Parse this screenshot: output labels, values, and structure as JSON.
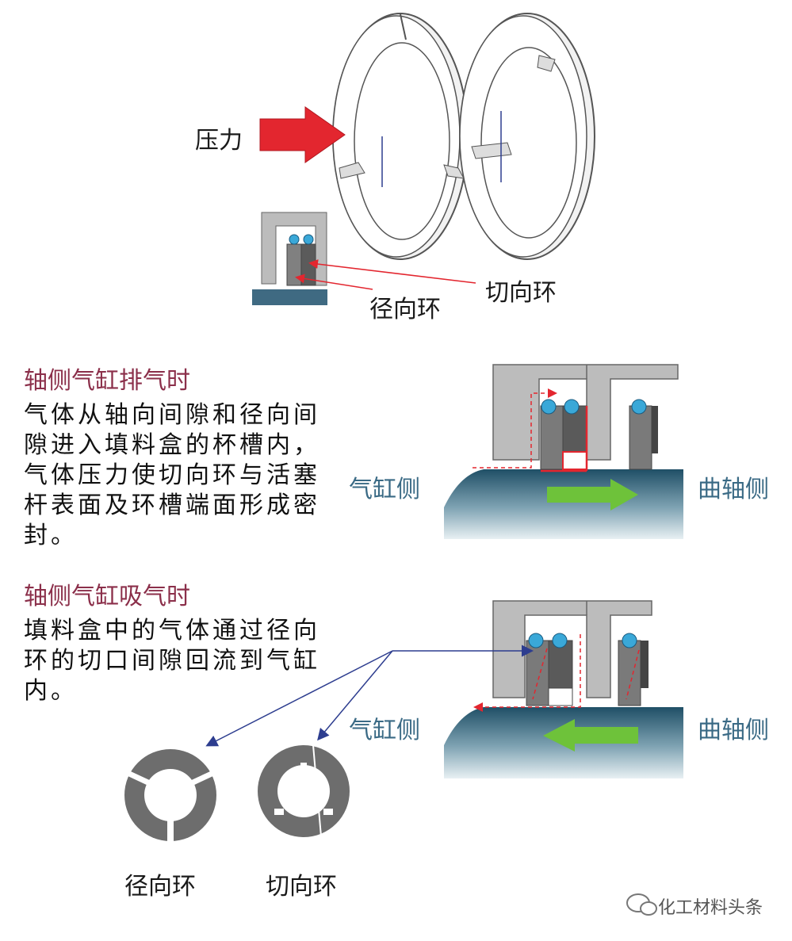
{
  "top": {
    "pressure_label": "压力",
    "tangential_ring_label": "切向环",
    "radial_ring_label": "径向环"
  },
  "exhaust": {
    "heading": "轴侧气缸排气时",
    "description": "气体从轴向间隙和径向间隙进入填料盒的杯槽内，气体压力使切向环与活塞杆表面及环槽端面形成密封。",
    "cylinder_side": "气缸侧",
    "crank_side": "曲轴侧"
  },
  "intake": {
    "heading": "轴侧气缸吸气时",
    "description": "填料盒中的气体通过径向环的切口间隙回流到气缸内。",
    "cylinder_side": "气缸侧",
    "crank_side": "曲轴侧"
  },
  "bottom": {
    "radial_ring_label": "径向环",
    "tangential_ring_label": "切向环"
  },
  "watermark": "化工材料头条",
  "colors": {
    "pressure_arrow": "#e3262f",
    "heading": "#8b2f4a",
    "side_label": "#3a6a85",
    "rod": "#1f4f66",
    "flow_arrow": "#6ec23a",
    "oring": "#3aa8d8",
    "ring_gray": "#6d6d6d",
    "box_gray": "#b8b8b8"
  }
}
